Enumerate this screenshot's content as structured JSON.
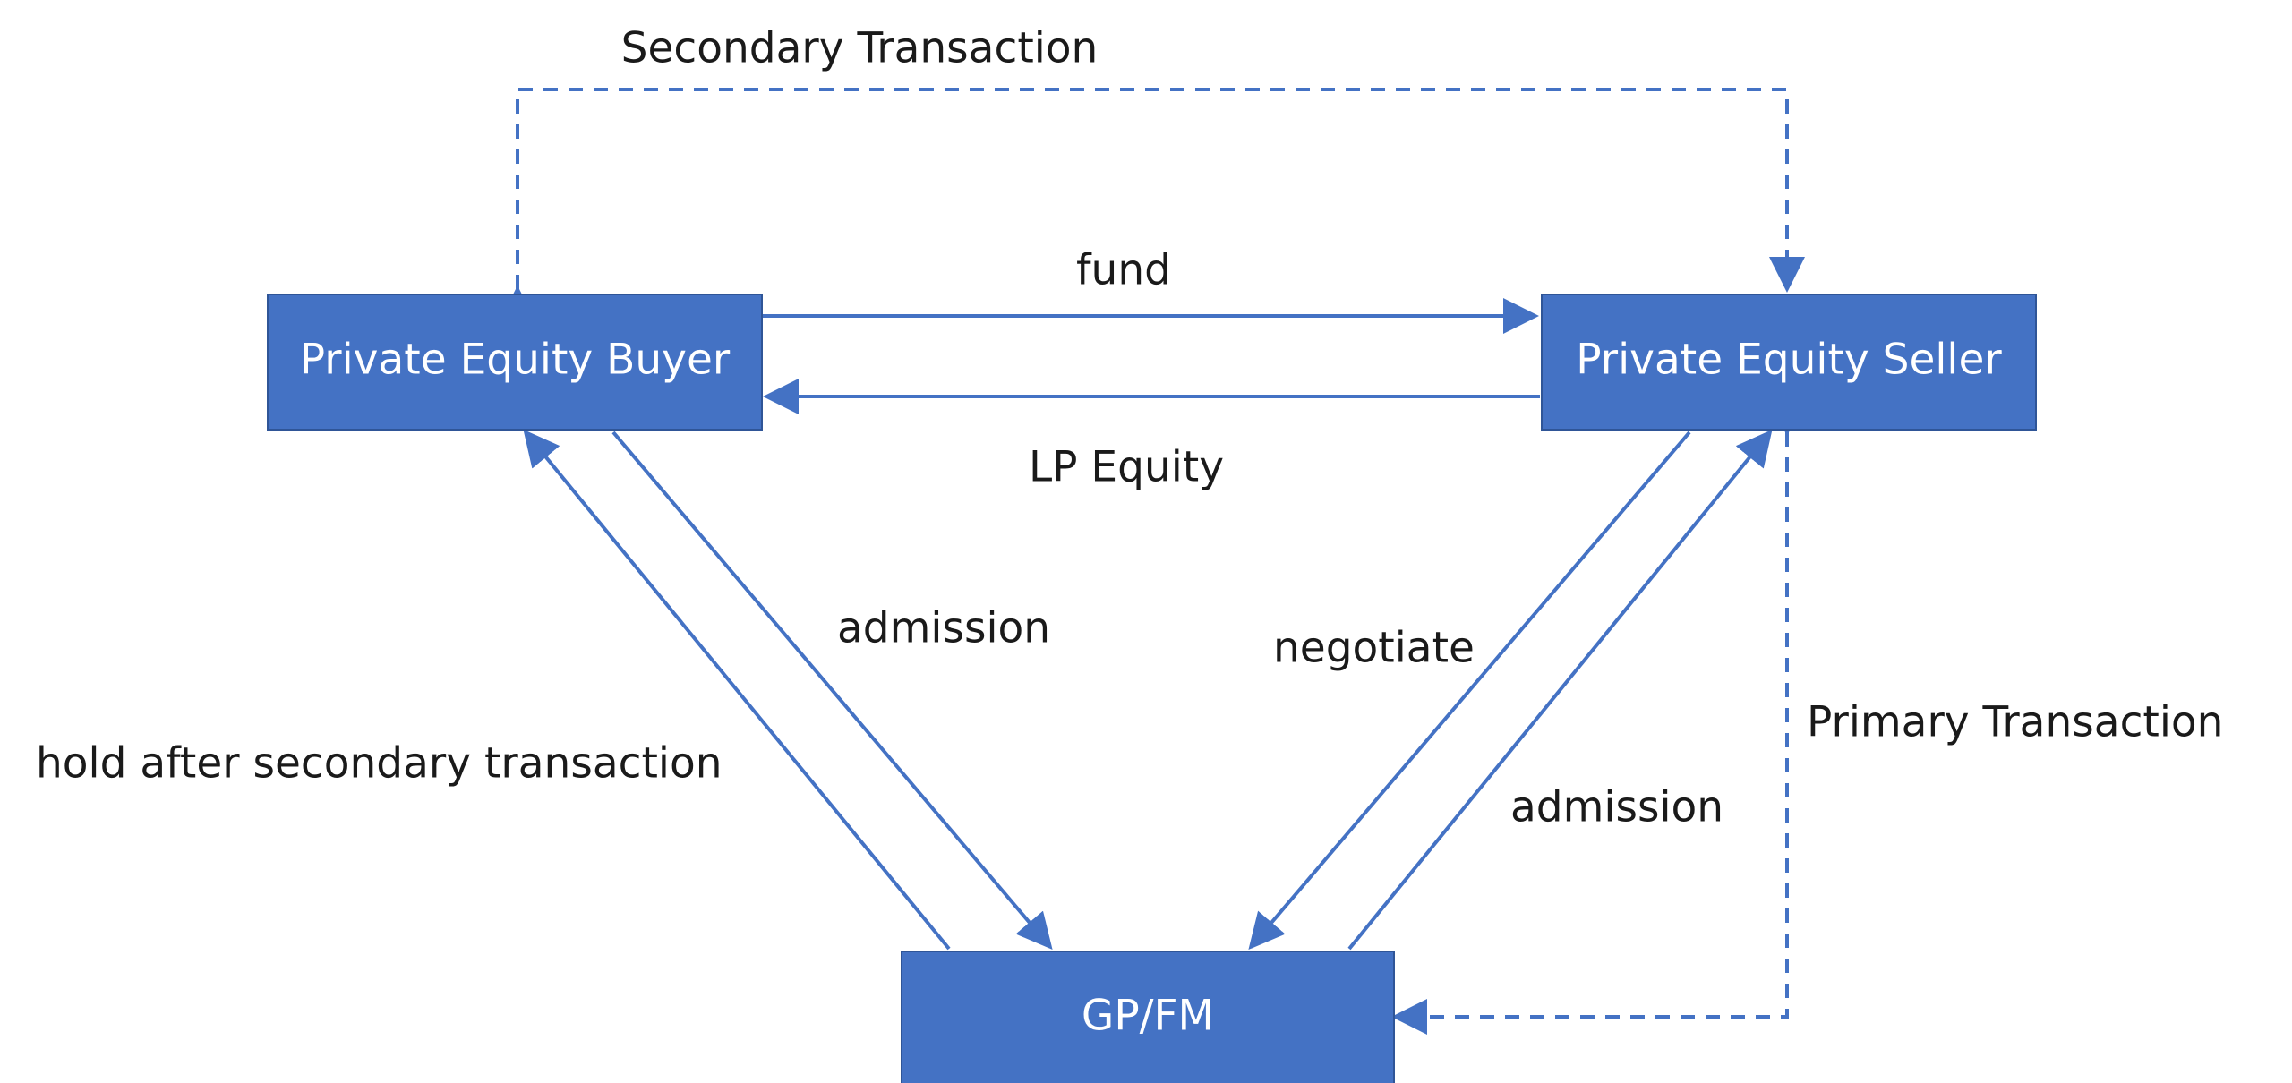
{
  "colors": {
    "node_fill": "#4472c4",
    "edge": "#4472c4",
    "node_text": "#ffffff",
    "label_text": "#1a1a1a"
  },
  "nodes": {
    "buyer": "Private Equity Buyer",
    "seller": "Private Equity Seller",
    "gp": "GP/FM"
  },
  "edges": {
    "secondary_transaction": "Secondary Transaction",
    "fund": "fund",
    "lp_equity": "LP Equity",
    "admission_buyer": "admission",
    "hold_after": "hold after secondary transaction",
    "negotiate": "negotiate",
    "admission_seller": "admission",
    "primary_transaction": "Primary Transaction"
  }
}
